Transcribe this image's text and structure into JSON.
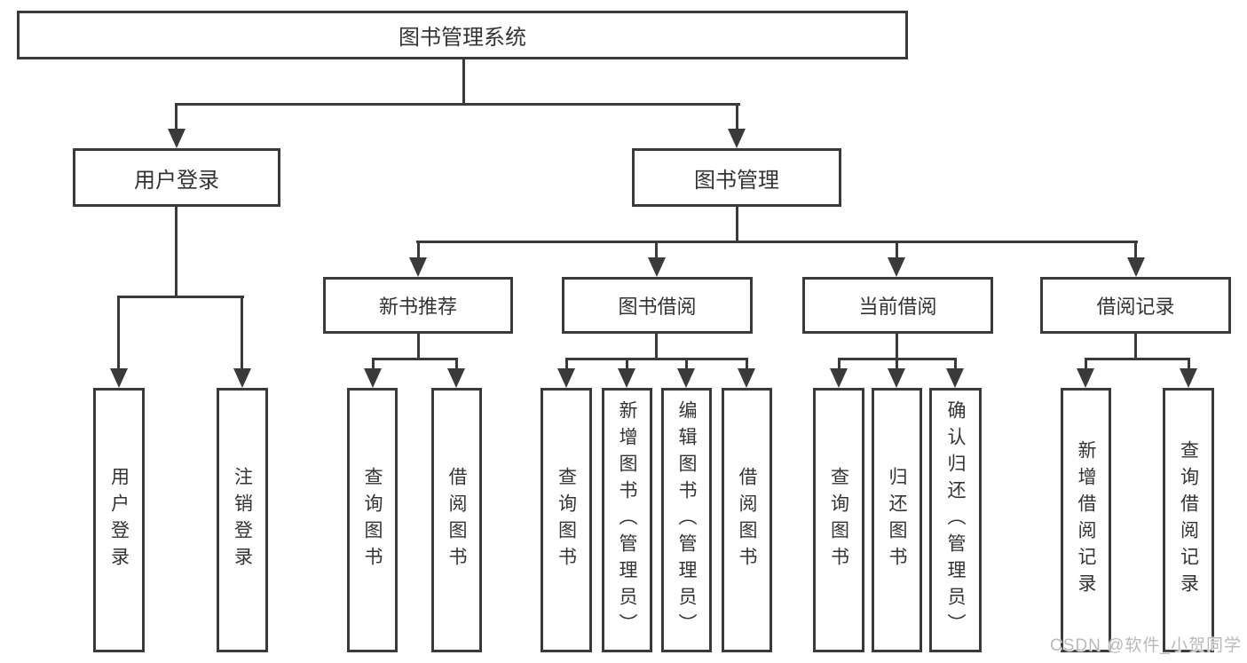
{
  "tree": {
    "root": {
      "label": "图书管理系统"
    },
    "level2": [
      {
        "label": "用户登录"
      },
      {
        "label": "图书管理"
      }
    ],
    "level3": [
      {
        "label": "新书推荐",
        "parent": "图书管理"
      },
      {
        "label": "图书借阅",
        "parent": "图书管理"
      },
      {
        "label": "当前借阅",
        "parent": "图书管理"
      },
      {
        "label": "借阅记录",
        "parent": "图书管理"
      }
    ],
    "leaves": [
      {
        "label": "用户登录",
        "parent": "用户登录"
      },
      {
        "label": "注销登录",
        "parent": "用户登录"
      },
      {
        "label": "查询图书",
        "parent": "新书推荐"
      },
      {
        "label": "借阅图书",
        "parent": "新书推荐"
      },
      {
        "label": "查询图书",
        "parent": "图书借阅"
      },
      {
        "label": "新增图书（管理员）",
        "parent": "图书借阅"
      },
      {
        "label": "编辑图书（管理员）",
        "parent": "图书借阅"
      },
      {
        "label": "借阅图书",
        "parent": "图书借阅"
      },
      {
        "label": "查询图书",
        "parent": "当前借阅"
      },
      {
        "label": "归还图书",
        "parent": "当前借阅"
      },
      {
        "label": "确认归还（管理员）",
        "parent": "当前借阅"
      },
      {
        "label": "新增借阅记录",
        "parent": "借阅记录"
      },
      {
        "label": "查询借阅记录",
        "parent": "借阅记录"
      }
    ]
  },
  "watermark": {
    "text": "CSDN @软件_小贺同学"
  },
  "colors": {
    "line": "#3a3a3a",
    "text": "#333333",
    "background": "#ffffff",
    "watermark": "#b9b9b9"
  }
}
